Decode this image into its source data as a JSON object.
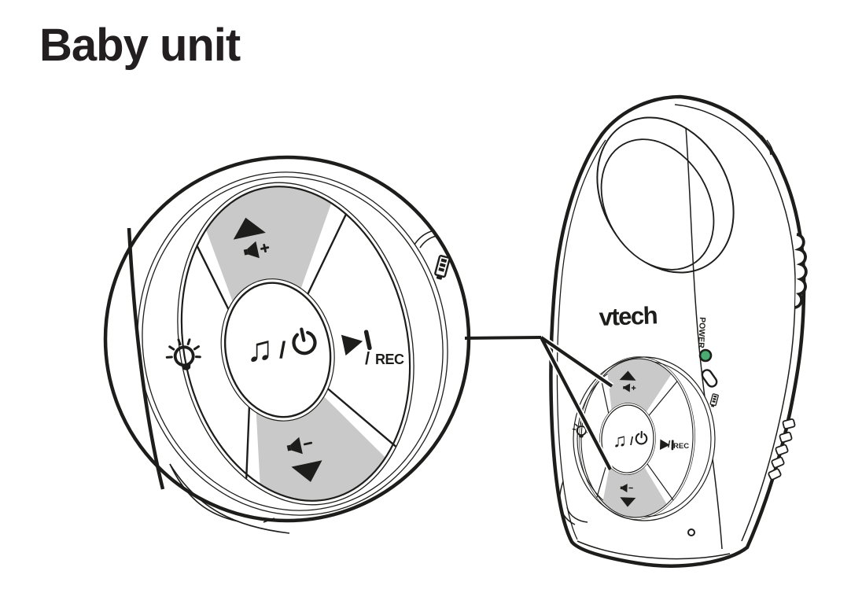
{
  "page": {
    "title": "Baby unit"
  },
  "colors": {
    "ink": "#1d1d1b",
    "button_gray": "#c9c9c9",
    "led_green": "#4aaa72",
    "paper": "#ffffff"
  },
  "magnified_pad": {
    "name": "control-pad-magnified-view",
    "volume_up_button": {
      "icons": [
        "triangle-up-icon",
        "speaker-plus-icon"
      ]
    },
    "volume_down_button": {
      "icons": [
        "speaker-minus-icon",
        "triangle-down-icon"
      ]
    },
    "night_light_button": {
      "icon": "night-light-icon"
    },
    "music_power_button": {
      "note_glyph": "♫",
      "separator": "/",
      "power_icon": "power-icon"
    },
    "play_record_button": {
      "play_icon": "play-pause-icon",
      "separator": "/",
      "label": "REC"
    }
  },
  "device": {
    "brand": "vtech",
    "power_label": "POWER",
    "power_led": {
      "icon": "power-led",
      "color": "#4aaa72"
    },
    "features": [
      "speaker-grille",
      "power-switch",
      "battery-icon",
      "belt-clip-ridges",
      "microphone-hole",
      "control-pad"
    ]
  }
}
